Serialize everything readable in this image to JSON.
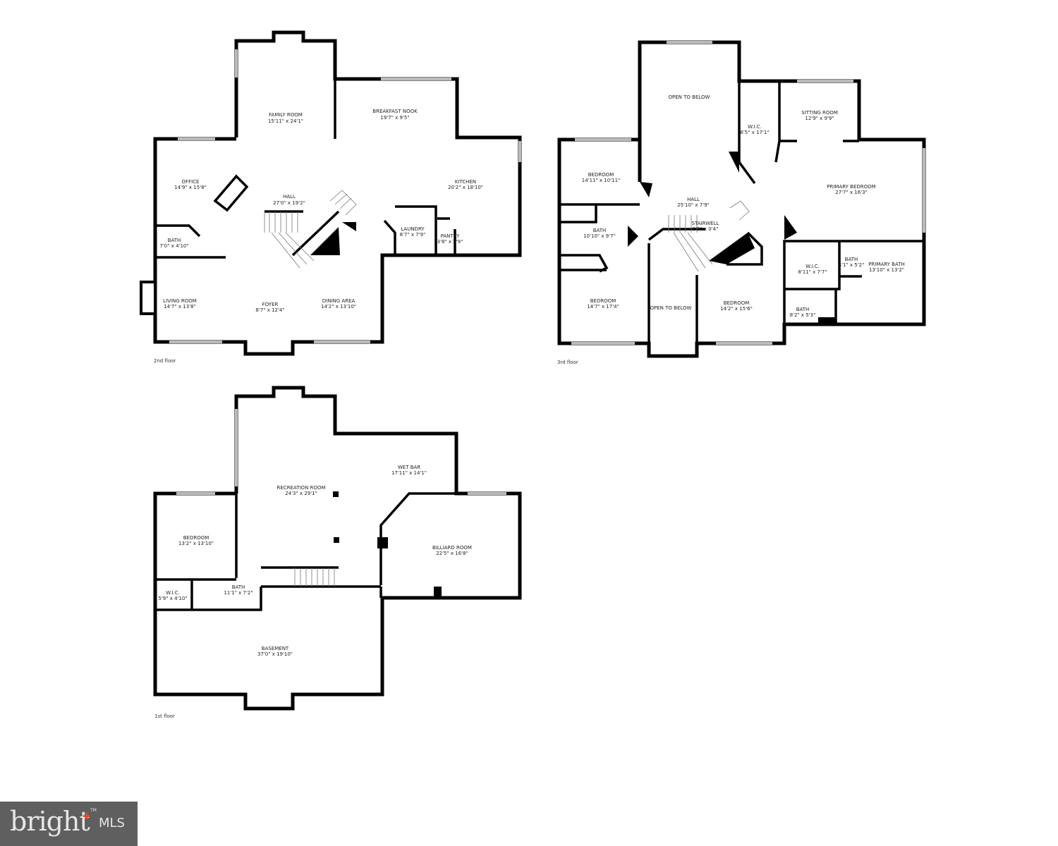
{
  "floors": {
    "second": {
      "label": "2nd floor",
      "rooms": [
        {
          "name": "FAMILY ROOM",
          "dims": "15'11\" x 24'1\""
        },
        {
          "name": "BREAKFAST NOOK",
          "dims": "19'7\" x 9'5\""
        },
        {
          "name": "OFFICE",
          "dims": "14'9\" x 15'8\""
        },
        {
          "name": "HALL",
          "dims": "27'0\" x 19'2\""
        },
        {
          "name": "KITCHEN",
          "dims": "20'2\" x 18'10\""
        },
        {
          "name": "LAUNDRY",
          "dims": "8'7\" x 7'9\""
        },
        {
          "name": "PANTRY",
          "dims": "3'8\" x 5'9\""
        },
        {
          "name": "BATH",
          "dims": "7'0\" x 4'10\""
        },
        {
          "name": "LIVING ROOM",
          "dims": "14'7\" x 13'8\""
        },
        {
          "name": "FOYER",
          "dims": "8'7\" x 12'4\""
        },
        {
          "name": "DINING AREA",
          "dims": "14'2\" x 13'10\""
        }
      ]
    },
    "third": {
      "label": "3rd floor",
      "rooms": [
        {
          "name": "OPEN TO BELOW",
          "dims": ""
        },
        {
          "name": "W.I.C.",
          "dims": "6'5\" x 17'1\""
        },
        {
          "name": "SITTING ROOM",
          "dims": "12'9\" x 9'9\""
        },
        {
          "name": "BEDROOM",
          "dims": "14'11\" x 10'11\""
        },
        {
          "name": "HALL",
          "dims": "25'10\" x 7'9\""
        },
        {
          "name": "PRIMARY BEDROOM",
          "dims": "27'7\" x 16'3\""
        },
        {
          "name": "STAIRWELL",
          "dims": "0'5\" x 0'4\""
        },
        {
          "name": "BATH",
          "dims": "10'10\" x 9'7\""
        },
        {
          "name": "W.I.C.",
          "dims": "8'11\" x 7'7\""
        },
        {
          "name": "BATH",
          "dims": "4'1\" x 5'2\""
        },
        {
          "name": "PRIMARY BATH",
          "dims": "13'10\" x 13'2\""
        },
        {
          "name": "BEDROOM",
          "dims": "14'7\" x 17'4\""
        },
        {
          "name": "OPEN TO BELOW",
          "dims": ""
        },
        {
          "name": "BEDROOM",
          "dims": "14'2\" x 15'6\""
        },
        {
          "name": "BATH",
          "dims": "8'2\" x 5'3\""
        }
      ]
    },
    "first": {
      "label": "1st floor",
      "rooms": [
        {
          "name": "WET BAR",
          "dims": "17'11\" x 14'1\""
        },
        {
          "name": "RECREATION ROOM",
          "dims": "24'3\" x 29'1\""
        },
        {
          "name": "BEDROOM",
          "dims": "13'2\" x 13'10\""
        },
        {
          "name": "BILLIARD ROOM",
          "dims": "22'5\" x 16'8\""
        },
        {
          "name": "W.I.C.",
          "dims": "5'9\" x 4'10\""
        },
        {
          "name": "BATH",
          "dims": "11'1\" x 7'2\""
        },
        {
          "name": "BASEMENT",
          "dims": "37'0\" x 19'10\""
        }
      ]
    }
  },
  "logo": {
    "text": "bright",
    "suffix": "MLS",
    "tm": "TM",
    "accent": "#e8452c"
  }
}
